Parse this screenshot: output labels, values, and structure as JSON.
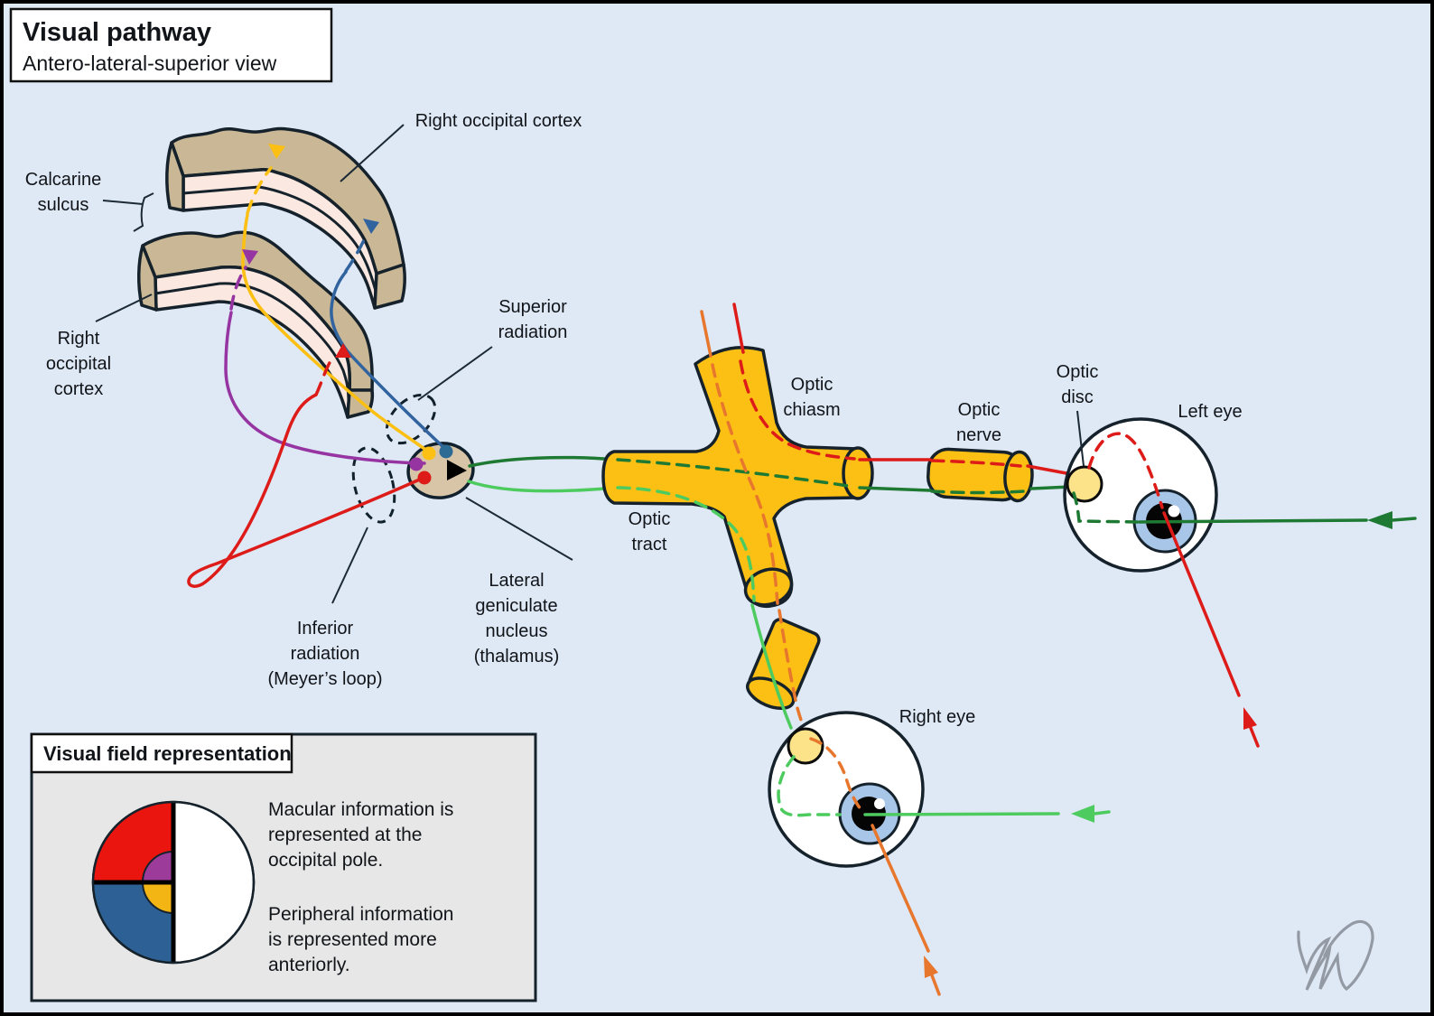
{
  "title": {
    "heading": "Visual pathway",
    "subtitle": "Antero-lateral-superior view"
  },
  "labels": {
    "right_occipital_cortex_top": "Right occipital cortex",
    "calcarine_sulcus": [
      "Calcarine",
      "sulcus"
    ],
    "right_occipital_cortex_left": [
      "Right",
      "occipital",
      "cortex"
    ],
    "superior_radiation": [
      "Superior",
      "radiation"
    ],
    "optic_chiasm": [
      "Optic",
      "chiasm"
    ],
    "optic_nerve": [
      "Optic",
      "nerve"
    ],
    "optic_disc": [
      "Optic",
      "disc"
    ],
    "left_eye": "Left eye",
    "optic_tract": [
      "Optic",
      "tract"
    ],
    "lateral_geniculate_nucleus": [
      "Lateral",
      "geniculate",
      "nucleus",
      "(thalamus)"
    ],
    "inferior_radiation": [
      "Inferior",
      "radiation",
      "(Meyer’s loop)"
    ],
    "right_eye": "Right eye"
  },
  "legend": {
    "title": "Visual field representation",
    "paragraph1": [
      "Macular information is",
      "represented at the",
      "occipital pole."
    ],
    "paragraph2": [
      " Peripheral information",
      "is represented more",
      "anteriorly."
    ]
  },
  "colors": {
    "background": "#dfe9f6",
    "pathway_yellow": "#fcbf13",
    "cortex_tan": "#c9b795",
    "cortex_cream": "#fbe9e1",
    "outline_dark": "#16222b",
    "red": "#dd1b18",
    "orange": "#e8772e",
    "dark_green": "#1e7a33",
    "light_green": "#4dcb5f",
    "purple": "#9634a2",
    "blue": "#31639e",
    "iris_blue": "#a8c6e8",
    "optic_disc_yellow": "#fce289",
    "lgn_tan": "#d8c5a7",
    "legend_background": "#e7e7e7",
    "legend_red": "#ea150e",
    "legend_blue": "#2d6195",
    "legend_purple": "#9c3b9a",
    "legend_yellow": "#f3b514",
    "signature_grey": "#949aa4"
  }
}
